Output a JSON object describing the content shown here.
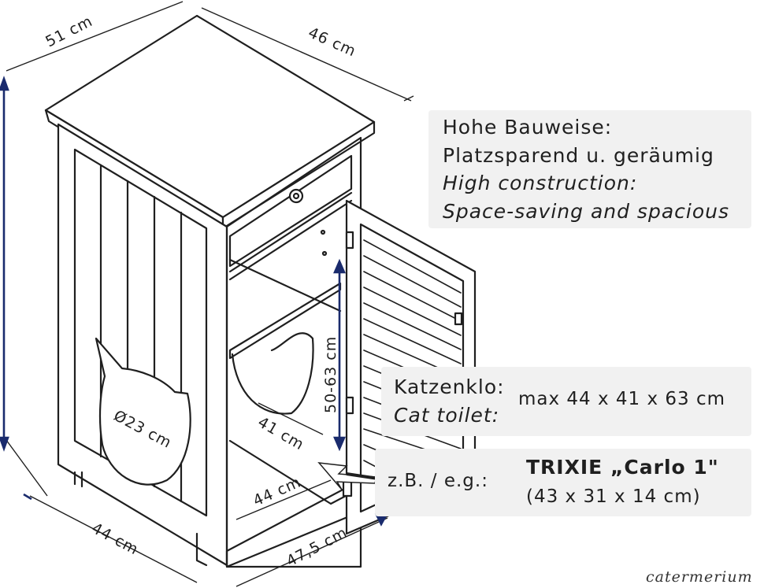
{
  "dimensions": {
    "depth_top": "51 cm",
    "width_top": "46 cm",
    "width_front": "44 cm",
    "width_base": "47,5 cm",
    "inner_height": "50-63 cm",
    "inner_depth": "41 cm",
    "inner_width": "44 cm",
    "entry_diameter": "Ø23 cm"
  },
  "info_construction": {
    "line1": "Hohe Bauweise:",
    "line2": "Platzsparend u. geräumig",
    "line3": "High construction:",
    "line4": "Space-saving and spacious"
  },
  "info_toilet": {
    "label_de": "Katzenklo:",
    "label_en": "Cat toilet:",
    "value": "max 44 x 41 x 63 cm"
  },
  "info_example": {
    "label": "z.B. / e.g.:",
    "product": "TRIXIE „Carlo 1\"",
    "size": "(43 x 31 x 14 cm)"
  },
  "watermark": "catermerium",
  "colors": {
    "line": "#1f1f1f",
    "arrow": "#1a2b6d",
    "box": "#f1f1f1"
  }
}
